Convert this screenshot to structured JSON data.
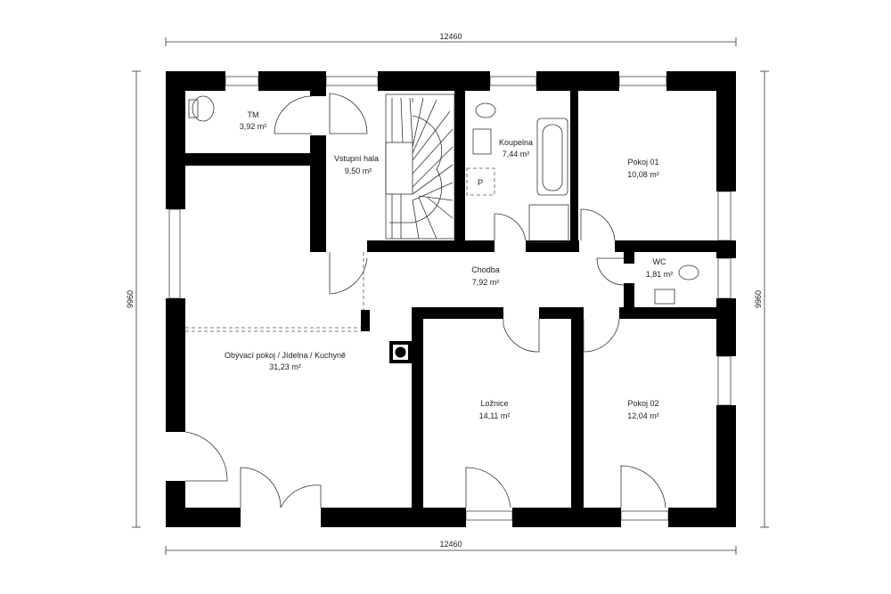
{
  "dimensions": {
    "top": "12460",
    "bottom": "12460",
    "left": "9960",
    "right": "9960"
  },
  "rooms": [
    {
      "id": "tm",
      "name": "TM",
      "area": "3,92 m²"
    },
    {
      "id": "hall",
      "name": "Vstupní hala",
      "area": "9,50 m²"
    },
    {
      "id": "bath",
      "name": "Koupelna",
      "area": "7,44 m²"
    },
    {
      "id": "room01",
      "name": "Pokoj 01",
      "area": "10,08 m²"
    },
    {
      "id": "wc",
      "name": "WC",
      "area": "1,81 m²"
    },
    {
      "id": "corridor",
      "name": "Chodba",
      "area": "7,92 m²"
    },
    {
      "id": "living",
      "name": "Obývací pokoj / Jídelna / Kuchyně",
      "area": "31,23 m²"
    },
    {
      "id": "bedroom",
      "name": "Ložnice",
      "area": "14,11 m²"
    },
    {
      "id": "room02",
      "name": "Pokoj 02",
      "area": "12,04 m²"
    }
  ],
  "fixtures": {
    "p_label": "P"
  }
}
